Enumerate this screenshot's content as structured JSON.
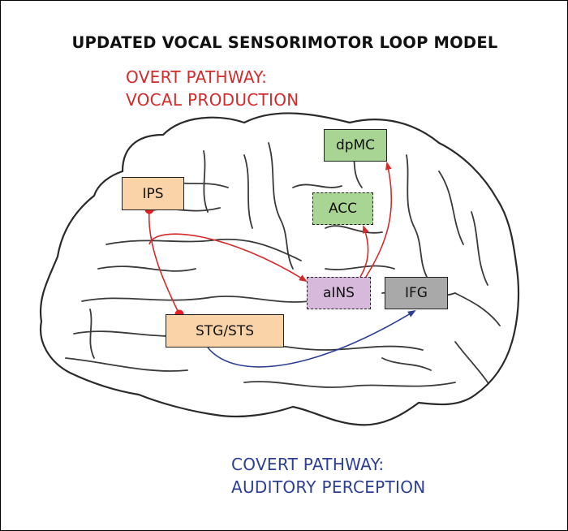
{
  "title": "UPDATED VOCAL SENSORIMOTOR LOOP MODEL",
  "overt_pathway": {
    "line1": "OVERT PATHWAY:",
    "line2": "VOCAL PRODUCTION",
    "color": "#d42a2a"
  },
  "covert_pathway": {
    "line1": "COVERT PATHWAY:",
    "line2": "AUDITORY PERCEPTION",
    "color": "#2c3f95"
  },
  "regions": [
    {
      "id": "dpmc",
      "label": "dpMC",
      "fill": "#a8d494",
      "border": "solid"
    },
    {
      "id": "acc",
      "label": "ACC",
      "fill": "#a8d494",
      "border": "dashed"
    },
    {
      "id": "ips",
      "label": "IPS",
      "fill": "#fbd3a8",
      "border": "solid"
    },
    {
      "id": "ains",
      "label": "aINS",
      "fill": "#d7b9dc",
      "border": "dashed"
    },
    {
      "id": "ifg",
      "label": "IFG",
      "fill": "#a9a9a9",
      "border": "solid"
    },
    {
      "id": "stgsts",
      "label": "STG/STS",
      "fill": "#fbd3a8",
      "border": "solid"
    }
  ],
  "connections": [
    {
      "from": "IPS",
      "to": "STG/STS",
      "pathway": "overt"
    },
    {
      "from": "IPS",
      "to": "aINS",
      "pathway": "overt"
    },
    {
      "from": "aINS",
      "to": "ACC",
      "pathway": "overt"
    },
    {
      "from": "aINS",
      "to": "dpMC",
      "pathway": "overt"
    },
    {
      "from": "STG/STS",
      "to": "IFG",
      "pathway": "covert"
    }
  ]
}
